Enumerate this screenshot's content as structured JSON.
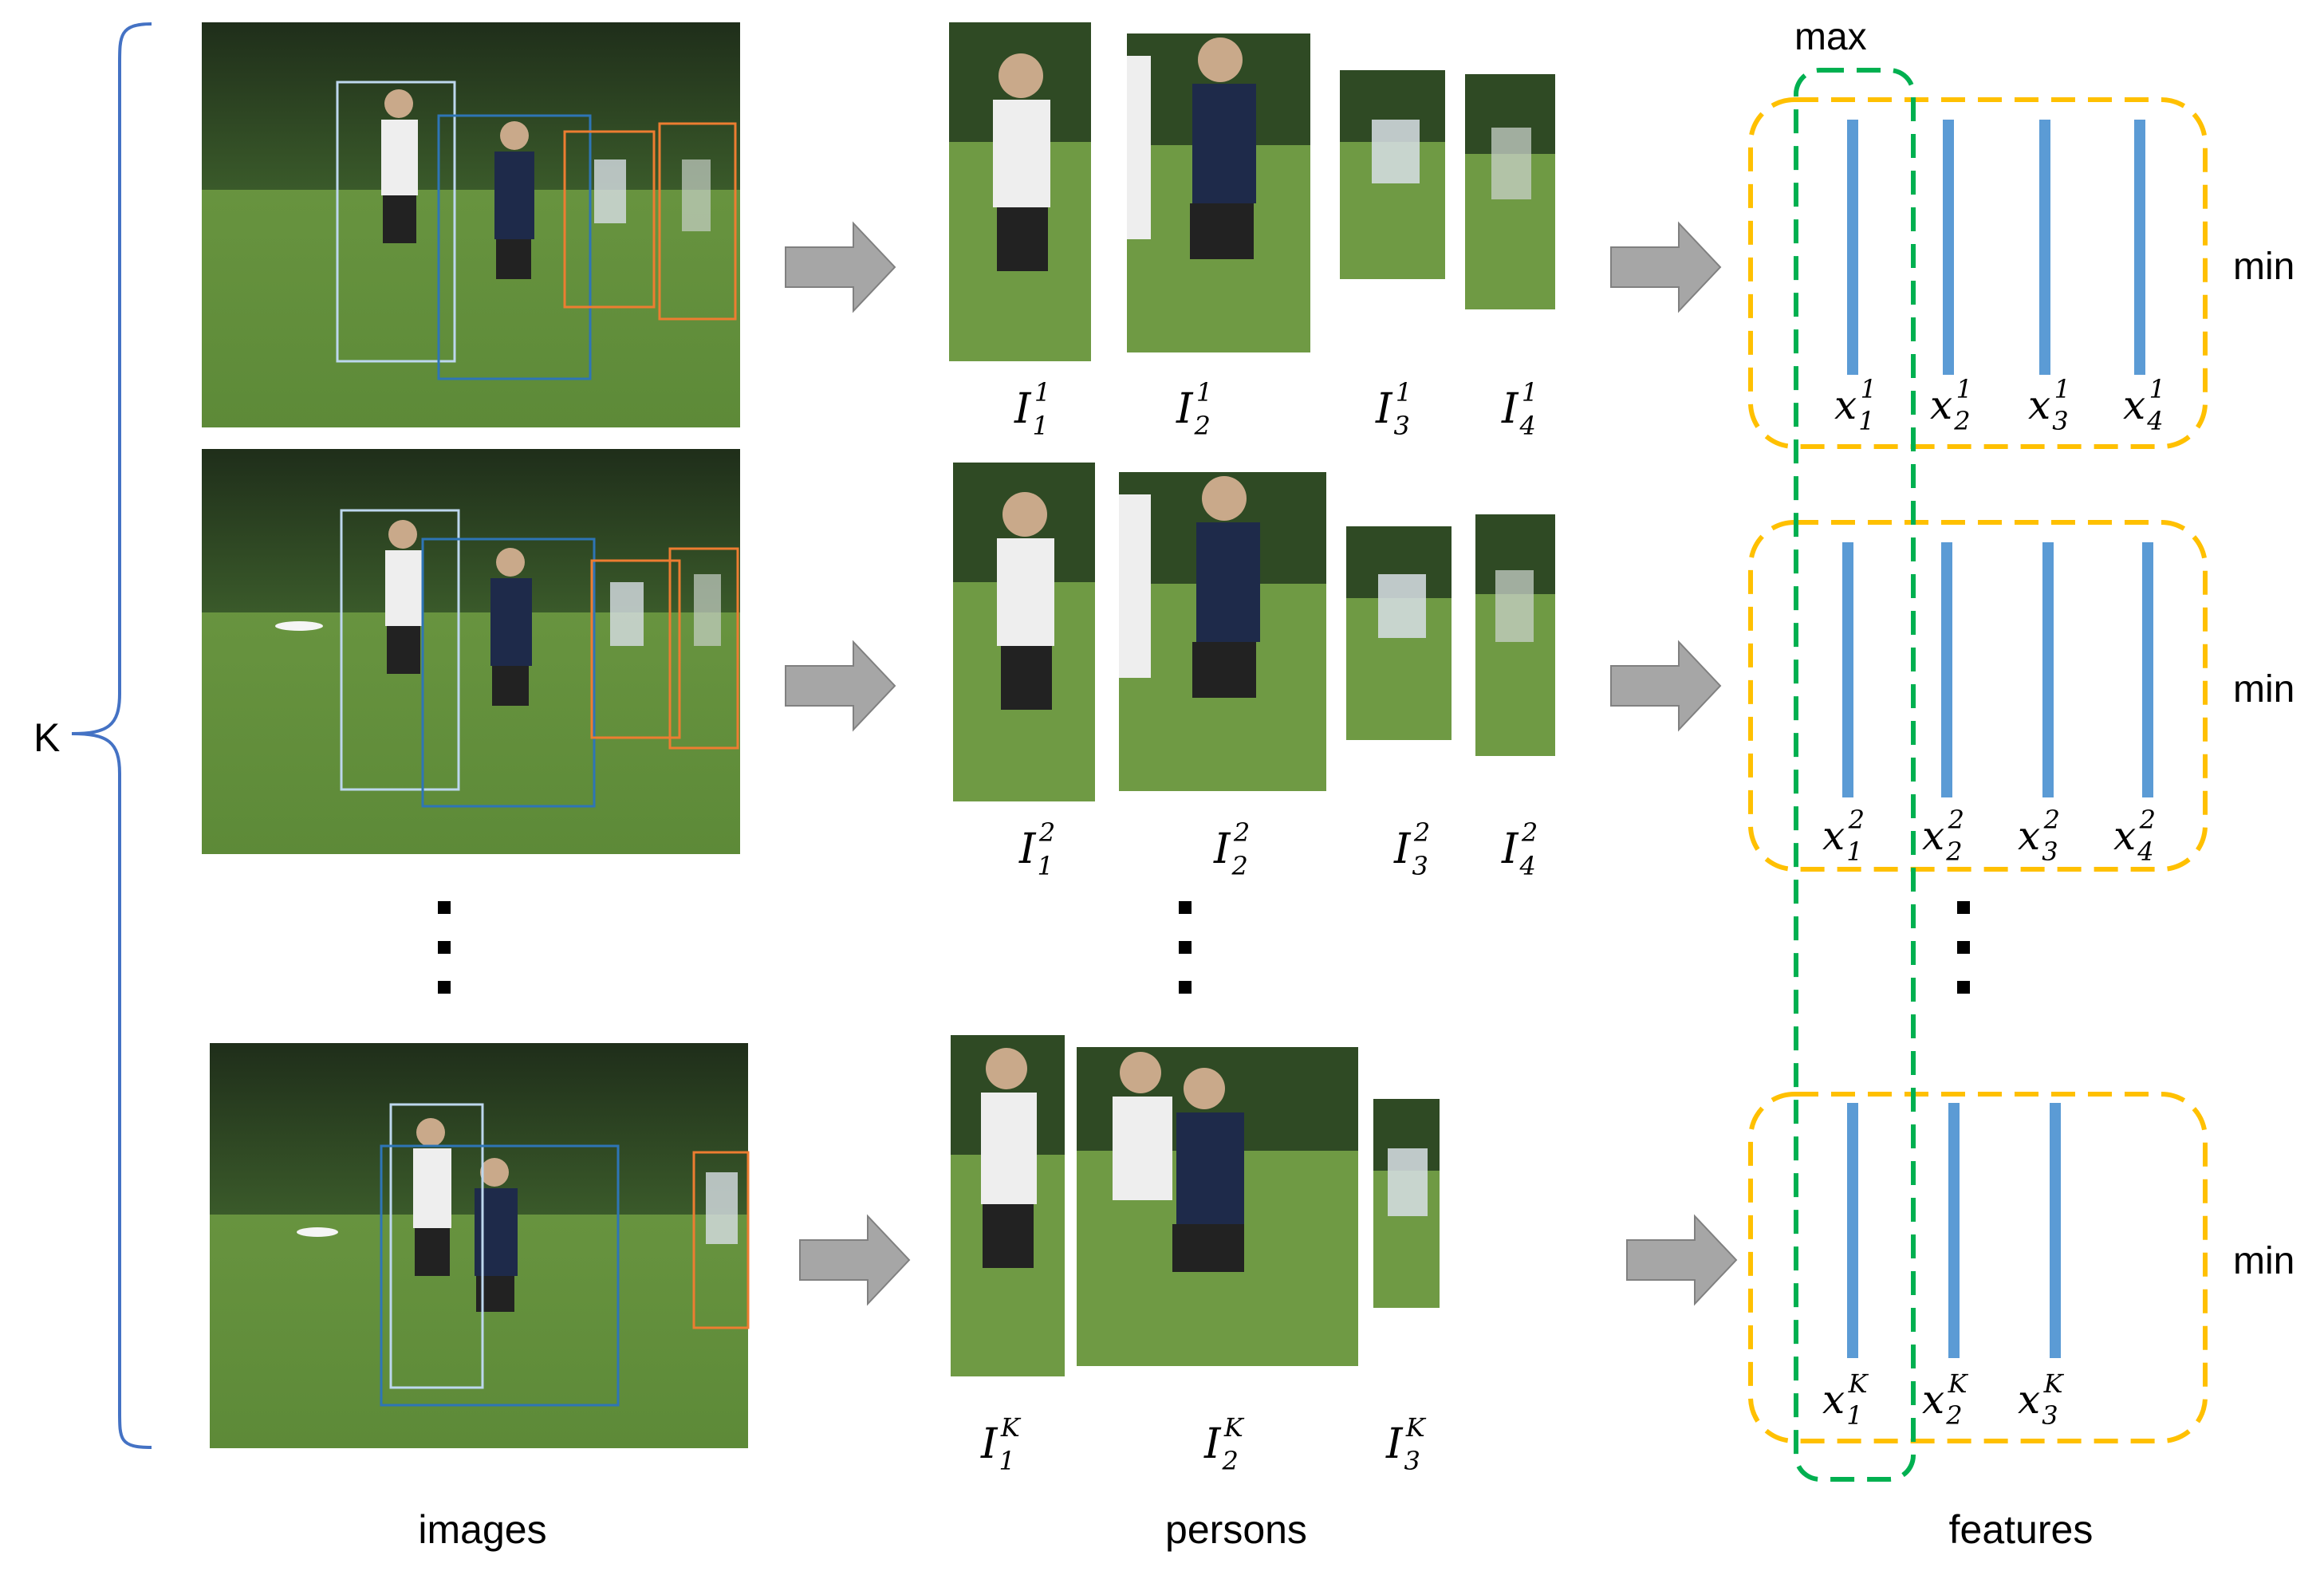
{
  "labels": {
    "k": "K",
    "max": "max",
    "min": "min",
    "images": "images",
    "persons": "persons",
    "features": "features"
  },
  "colors": {
    "brace": "#4472c4",
    "arrow": "#a6a6a6",
    "arrow_edge": "#808080",
    "feature_bar": "#5b9bd5",
    "min_group_dash": "#ffc000",
    "max_group_dash": "#00b050",
    "box_light_blue": "#bdd7ee",
    "box_blue": "#2e75b6",
    "box_orange": "#ed7d31"
  },
  "icons": {
    "flow_arrow": "right-arrow-icon",
    "ellipsis": "vertical-ellipsis-icon"
  },
  "rows": [
    {
      "persons": [
        {
          "base": "I",
          "sub": "1",
          "sup": "1"
        },
        {
          "base": "I",
          "sub": "2",
          "sup": "1"
        },
        {
          "base": "I",
          "sub": "3",
          "sup": "1"
        },
        {
          "base": "I",
          "sub": "4",
          "sup": "1"
        }
      ],
      "features": [
        {
          "base": "x",
          "sub": "1",
          "sup": "1"
        },
        {
          "base": "x",
          "sub": "2",
          "sup": "1"
        },
        {
          "base": "x",
          "sub": "3",
          "sup": "1"
        },
        {
          "base": "x",
          "sub": "4",
          "sup": "1"
        }
      ]
    },
    {
      "persons": [
        {
          "base": "I",
          "sub": "1",
          "sup": "2"
        },
        {
          "base": "I",
          "sub": "2",
          "sup": "2"
        },
        {
          "base": "I",
          "sub": "3",
          "sup": "2"
        },
        {
          "base": "I",
          "sub": "4",
          "sup": "2"
        }
      ],
      "features": [
        {
          "base": "x",
          "sub": "1",
          "sup": "2"
        },
        {
          "base": "x",
          "sub": "2",
          "sup": "2"
        },
        {
          "base": "x",
          "sub": "3",
          "sup": "2"
        },
        {
          "base": "x",
          "sub": "4",
          "sup": "2"
        }
      ]
    },
    {
      "persons": [
        {
          "base": "I",
          "sub": "1",
          "sup": "K"
        },
        {
          "base": "I",
          "sub": "2",
          "sup": "K"
        },
        {
          "base": "I",
          "sub": "3",
          "sup": "K"
        }
      ],
      "features": [
        {
          "base": "x",
          "sub": "1",
          "sup": "K"
        },
        {
          "base": "x",
          "sub": "2",
          "sup": "K"
        },
        {
          "base": "x",
          "sub": "3",
          "sup": "K"
        }
      ]
    }
  ]
}
